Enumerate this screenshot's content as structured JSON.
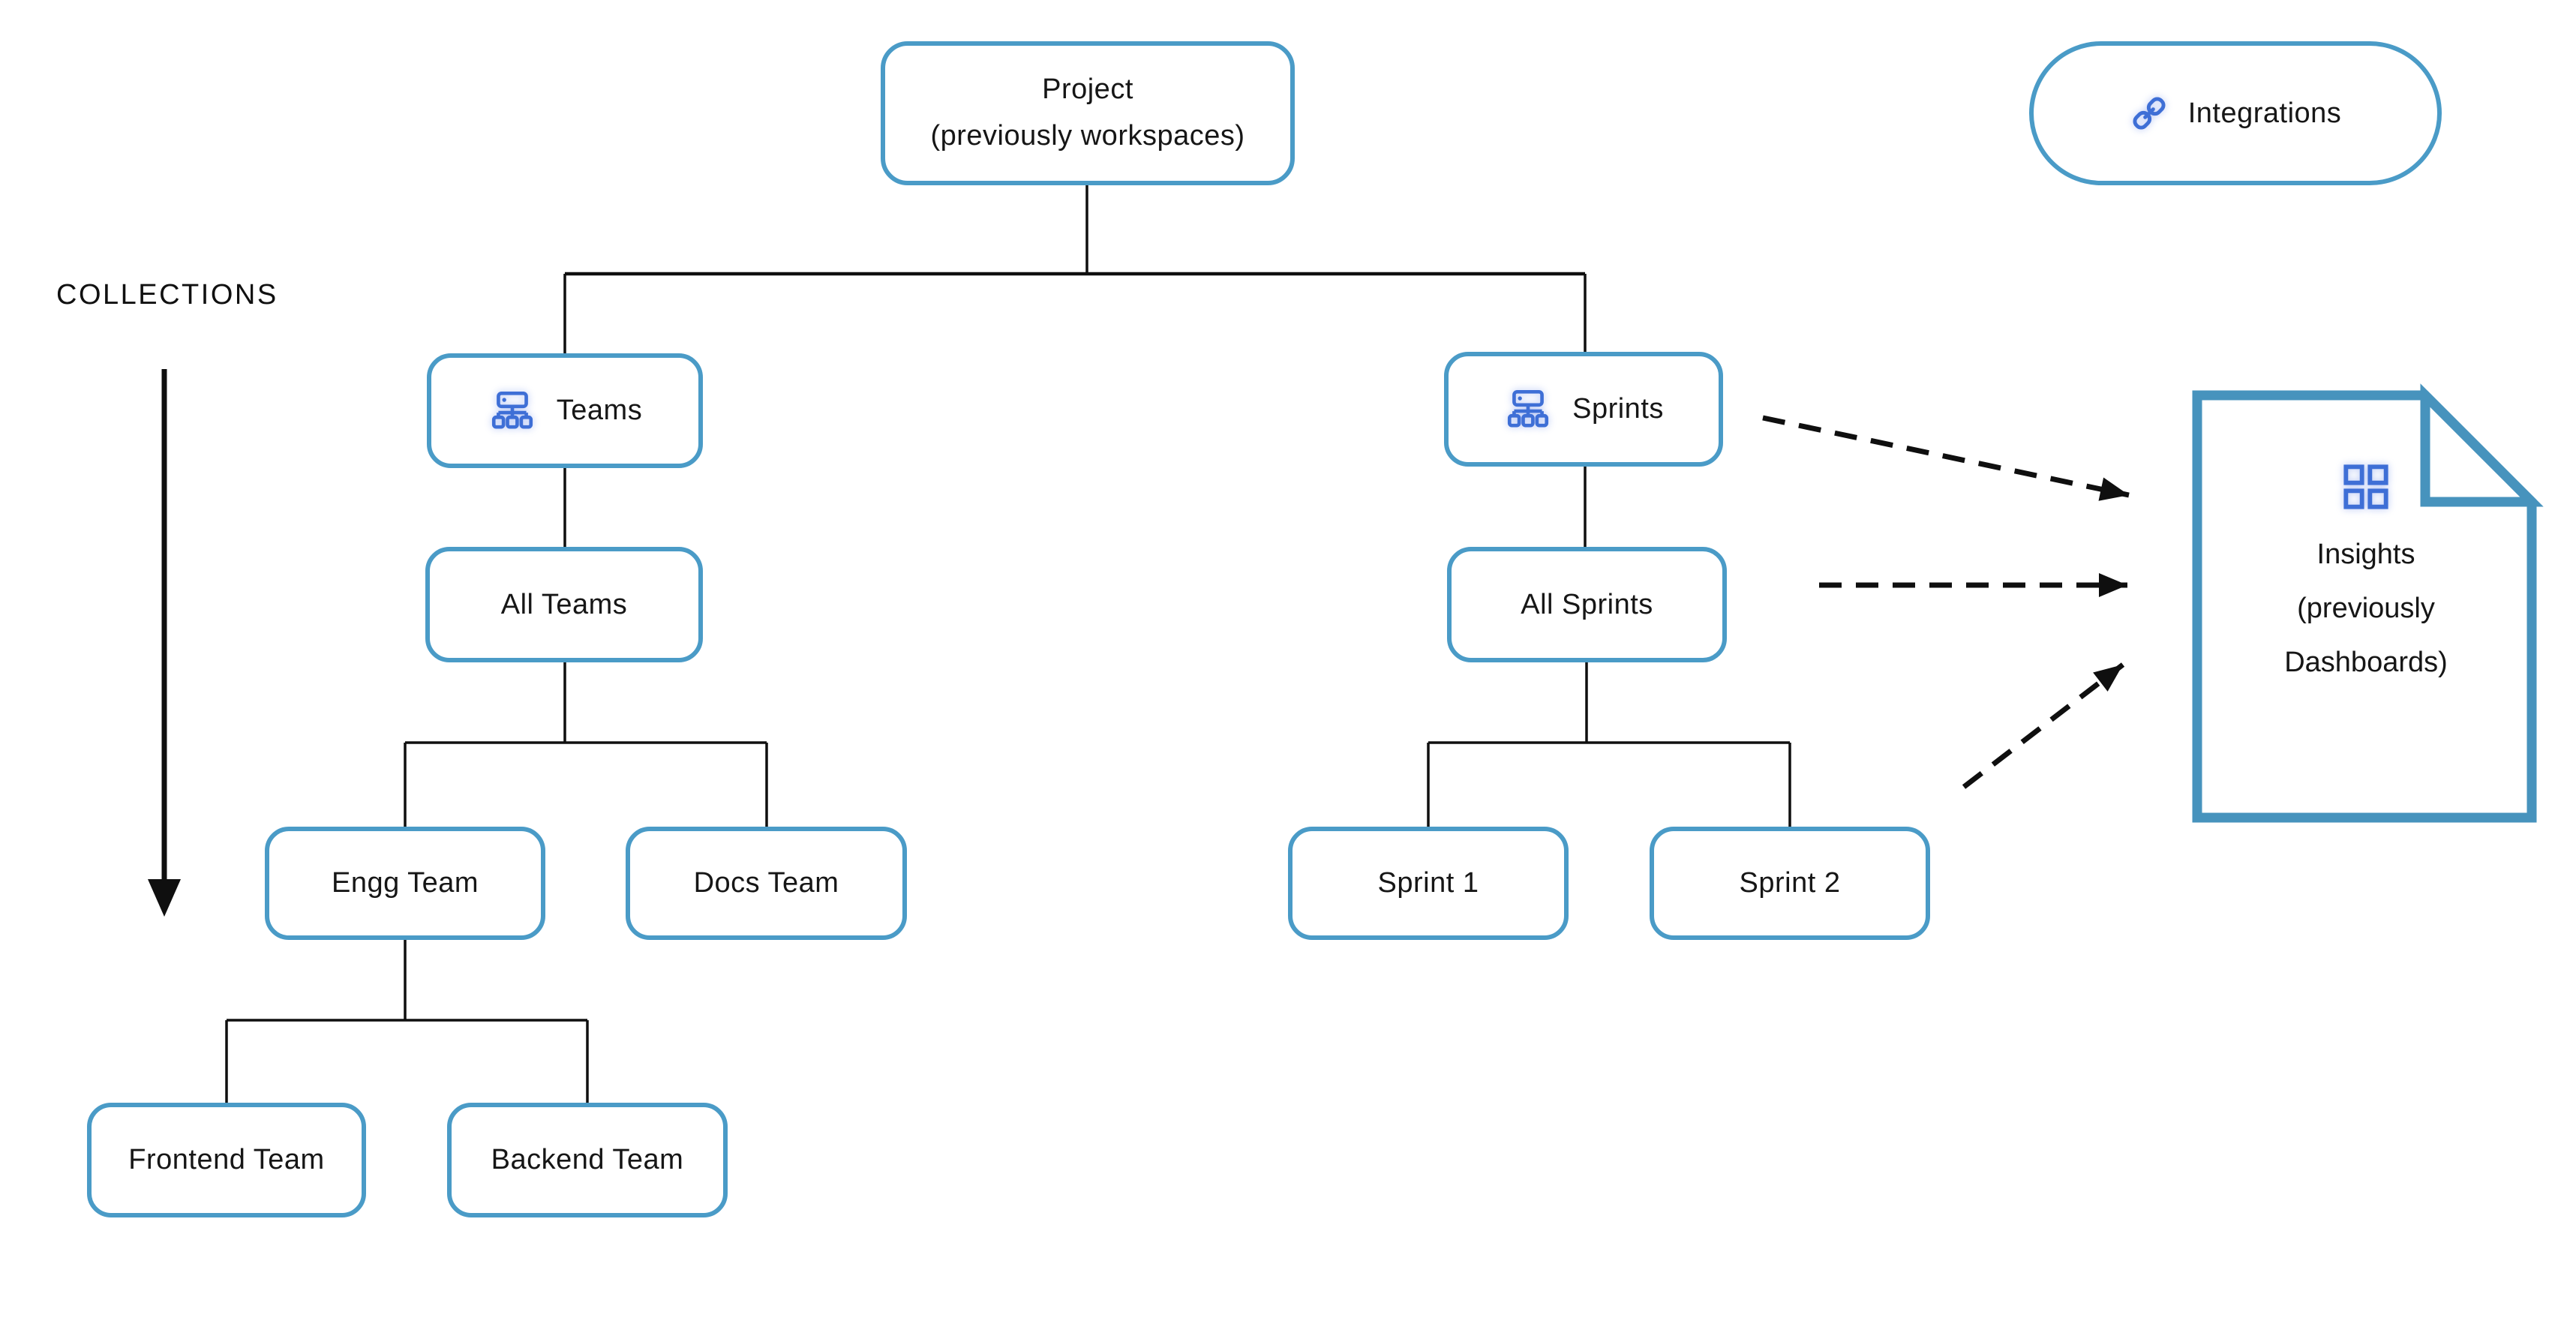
{
  "colors": {
    "node_border": "#4a9bc7",
    "document_border": "#4793bd",
    "icon_blue": "#3e6fd6",
    "connector_black": "#0f0f0f",
    "text": "#161616"
  },
  "collections": {
    "label": "COLLECTIONS"
  },
  "integrations": {
    "label": "Integrations",
    "icon": "link-icon"
  },
  "nodes": {
    "project": {
      "line1": "Project",
      "line2": "(previously workspaces)"
    },
    "teams": {
      "label": "Teams",
      "icon": "org-chart-icon"
    },
    "sprints": {
      "label": "Sprints",
      "icon": "org-chart-icon"
    },
    "all_teams": {
      "label": "All Teams"
    },
    "all_sprints": {
      "label": "All Sprints"
    },
    "engg_team": {
      "label": "Engg Team"
    },
    "docs_team": {
      "label": "Docs Team"
    },
    "sprint_1": {
      "label": "Sprint 1"
    },
    "sprint_2": {
      "label": "Sprint 2"
    },
    "frontend_team": {
      "label": "Frontend Team"
    },
    "backend_team": {
      "label": "Backend Team"
    }
  },
  "insights": {
    "line1": "Insights",
    "line2": "(previously",
    "line3": "Dashboards)",
    "icon": "grid-icon"
  }
}
